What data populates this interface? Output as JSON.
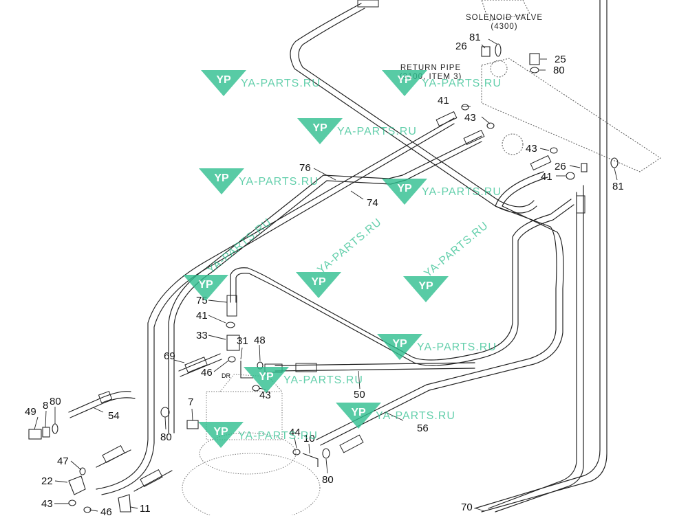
{
  "diagram": {
    "notes": {
      "solenoid_valve": "SOLENOID VALVE",
      "solenoid_valve_ref": "(4300)",
      "return_pipe": "RETURN PIPE",
      "return_pipe_ref": "(3100, ITEM 3)"
    },
    "callouts": [
      "81",
      "26",
      "25",
      "80",
      "41",
      "43",
      "43",
      "26",
      "41",
      "81",
      "76",
      "74",
      "75",
      "41",
      "33",
      "31",
      "48",
      "69",
      "46",
      "43",
      "50",
      "7",
      "44",
      "10",
      "49",
      "8",
      "80",
      "54",
      "80",
      "56",
      "47",
      "22",
      "80",
      "43",
      "46",
      "11",
      "70",
      "DR"
    ],
    "watermark": {
      "text": "YA-PARTS.RU",
      "logo": "YP",
      "color": "#2fbf8f"
    }
  }
}
